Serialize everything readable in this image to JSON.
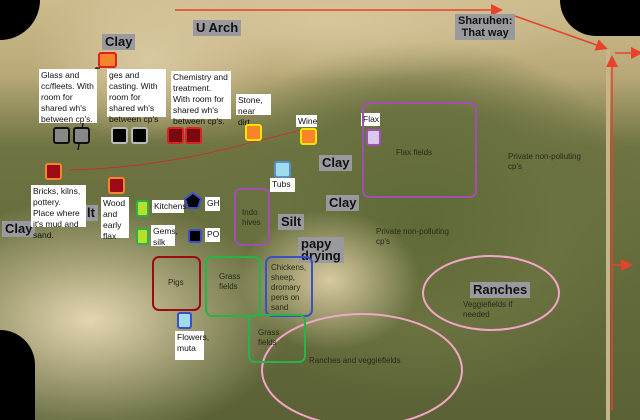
{
  "colors": {
    "route_red": "#e8412c",
    "grey": "#888888",
    "black": "#000000",
    "dark_red": "#9b0a15",
    "orange": "#f5842a",
    "yellow_border": "#f5e400",
    "light_blue": "#9fdcee",
    "blue_border": "#3a4fc8",
    "lime": "#b8e02a",
    "green_border": "#27b24a",
    "purple": "#a050b0",
    "lavender": "#d8c8ec",
    "pink": "#f3a5c8"
  },
  "region_labels": {
    "u_arch": "U Arch",
    "clay_top": "Clay",
    "sharuhen": "Sharuhen:",
    "that_way": "That way",
    "clay_left": "Clay",
    "silt_partial": "lt",
    "clay_mid1": "Clay",
    "clay_mid2": "Clay",
    "silt": "Silt",
    "papy": "papy",
    "drying": "drying",
    "ranches": "Ranches"
  },
  "notes": {
    "glass": "Glass and cc/fleets. With room for shared wh's between cp's.",
    "forges": "ges and casting. With room for shared wh's between cp's",
    "chemistry": "Chemistry and treatment. With room for shared wh's between cp's.",
    "stone": "Stone, near dirt",
    "wine": "Wine",
    "bricks": "Bricks, kilns, pottery. Place where it's mud and sand.",
    "wood": "Wood and early flax",
    "kitchens": "Kitchens",
    "gems": "Gems, silk",
    "gh": "GH",
    "po": "PO",
    "tubs": "Tubs",
    "flax": "Flax",
    "flowers": "Flowers, muta"
  },
  "zones": {
    "flax_fields": "Flax fields",
    "private1": "Private non-polluting cp's",
    "private2": "Private non-polluting cp's",
    "indo_hives": "Indo hives",
    "pigs": "Pigs",
    "grass1": "Grass fields",
    "grass2": "Grass fields",
    "chickens": "Chickens, sheep, dromary pens on sand",
    "veggie": "Veggiefields if needed",
    "ranches_veggie": "Ranches and veggiefields"
  }
}
